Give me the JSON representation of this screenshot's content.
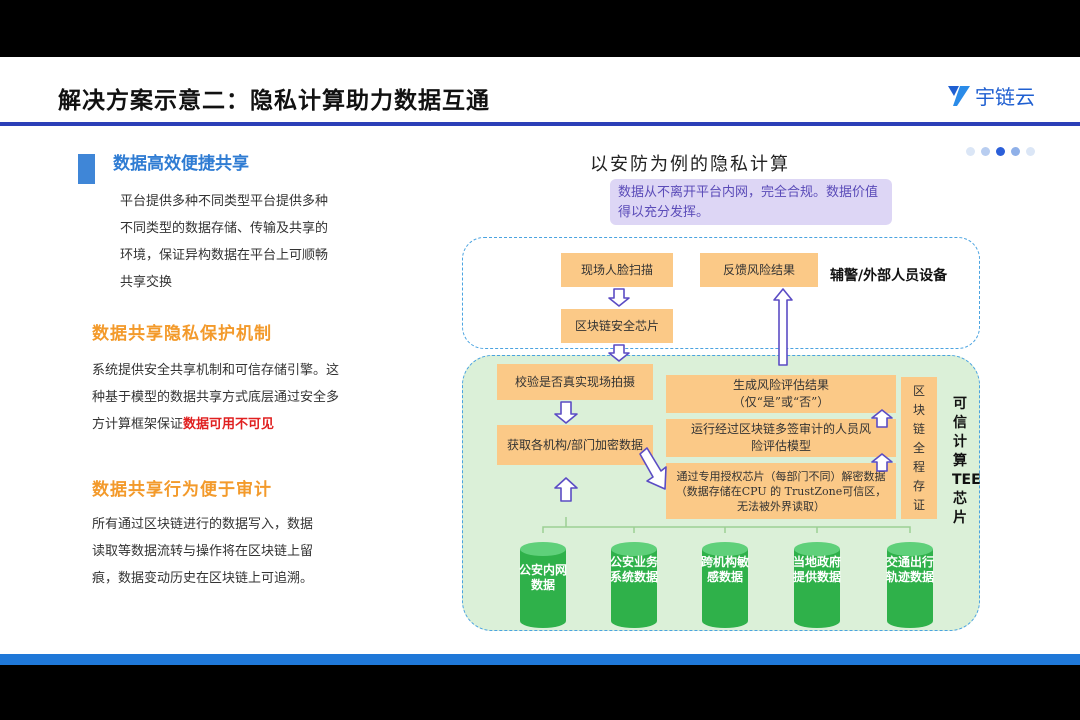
{
  "header": {
    "title": "解决方案示意二：隐私计算助力数据互通",
    "logo_text": "宇链云"
  },
  "left": {
    "section1_heading": "数据高效便捷共享",
    "section1_lines": [
      "平台提供多种不同类型平台提供多种",
      "不同类型的数据存储、传输及共享的",
      "环境，保证异构数据在平台上可顺畅",
      "共享交换"
    ],
    "section2_heading": "数据共享隐私保护机制",
    "section2_lines": [
      "系统提供安全共享机制和可信存储引擎。这",
      "种基于模型的数据共享方式底层通过安全多"
    ],
    "section2_line3_prefix": "方计算框架保证",
    "section2_highlight": "数据可用不可见",
    "section3_heading": "数据共享行为便于审计",
    "section3_lines": [
      "所有通过区块链进行的数据写入，数据",
      "读取等数据流转与操作将在区块链上留",
      "痕，数据变动历史在区块链上可追溯。"
    ]
  },
  "diagram": {
    "title": "以安防为例的隐私计算",
    "callout": "数据从不离开平台内网，完全合规。数据价值得以充分发挥。",
    "top_zone_label": "辅警/外部人员设备",
    "boxes": {
      "face_scan": "现场人脸扫描",
      "feedback": "反馈风险结果",
      "chip": "区块链安全芯片",
      "verify": "校验是否真实现场拍摄",
      "fetch": "获取各机构/部门加密数据",
      "generate": "生成风险评估结果（仅“是”或“否”）",
      "run_model": "运行经过区块链多签审计的人员风险评估模型",
      "decrypt": "通过专用授权芯片（每部门不同）解密数据（数据存储在CPU 的 TrustZone可信区，无法被外界读取）",
      "blockchain_evidence": "区块链全程存证"
    },
    "tee_label": "可信计算 TEE 芯片",
    "sources": [
      "公安内网数据",
      "公安业务系统数据",
      "跨机构敏感数据",
      "当地政府提供数据",
      "交通出行轨迹数据"
    ]
  },
  "colors": {
    "accent_blue": "#2b3fb8",
    "heading_blue": "#2f7cd3",
    "heading_orange": "#f39a2b",
    "box_orange": "#fbc987",
    "zone_green": "#dbf0d8",
    "cylinder_green": "#2fb14a",
    "callout_purple": "#ddd6f5",
    "highlight_red": "#e02020"
  }
}
